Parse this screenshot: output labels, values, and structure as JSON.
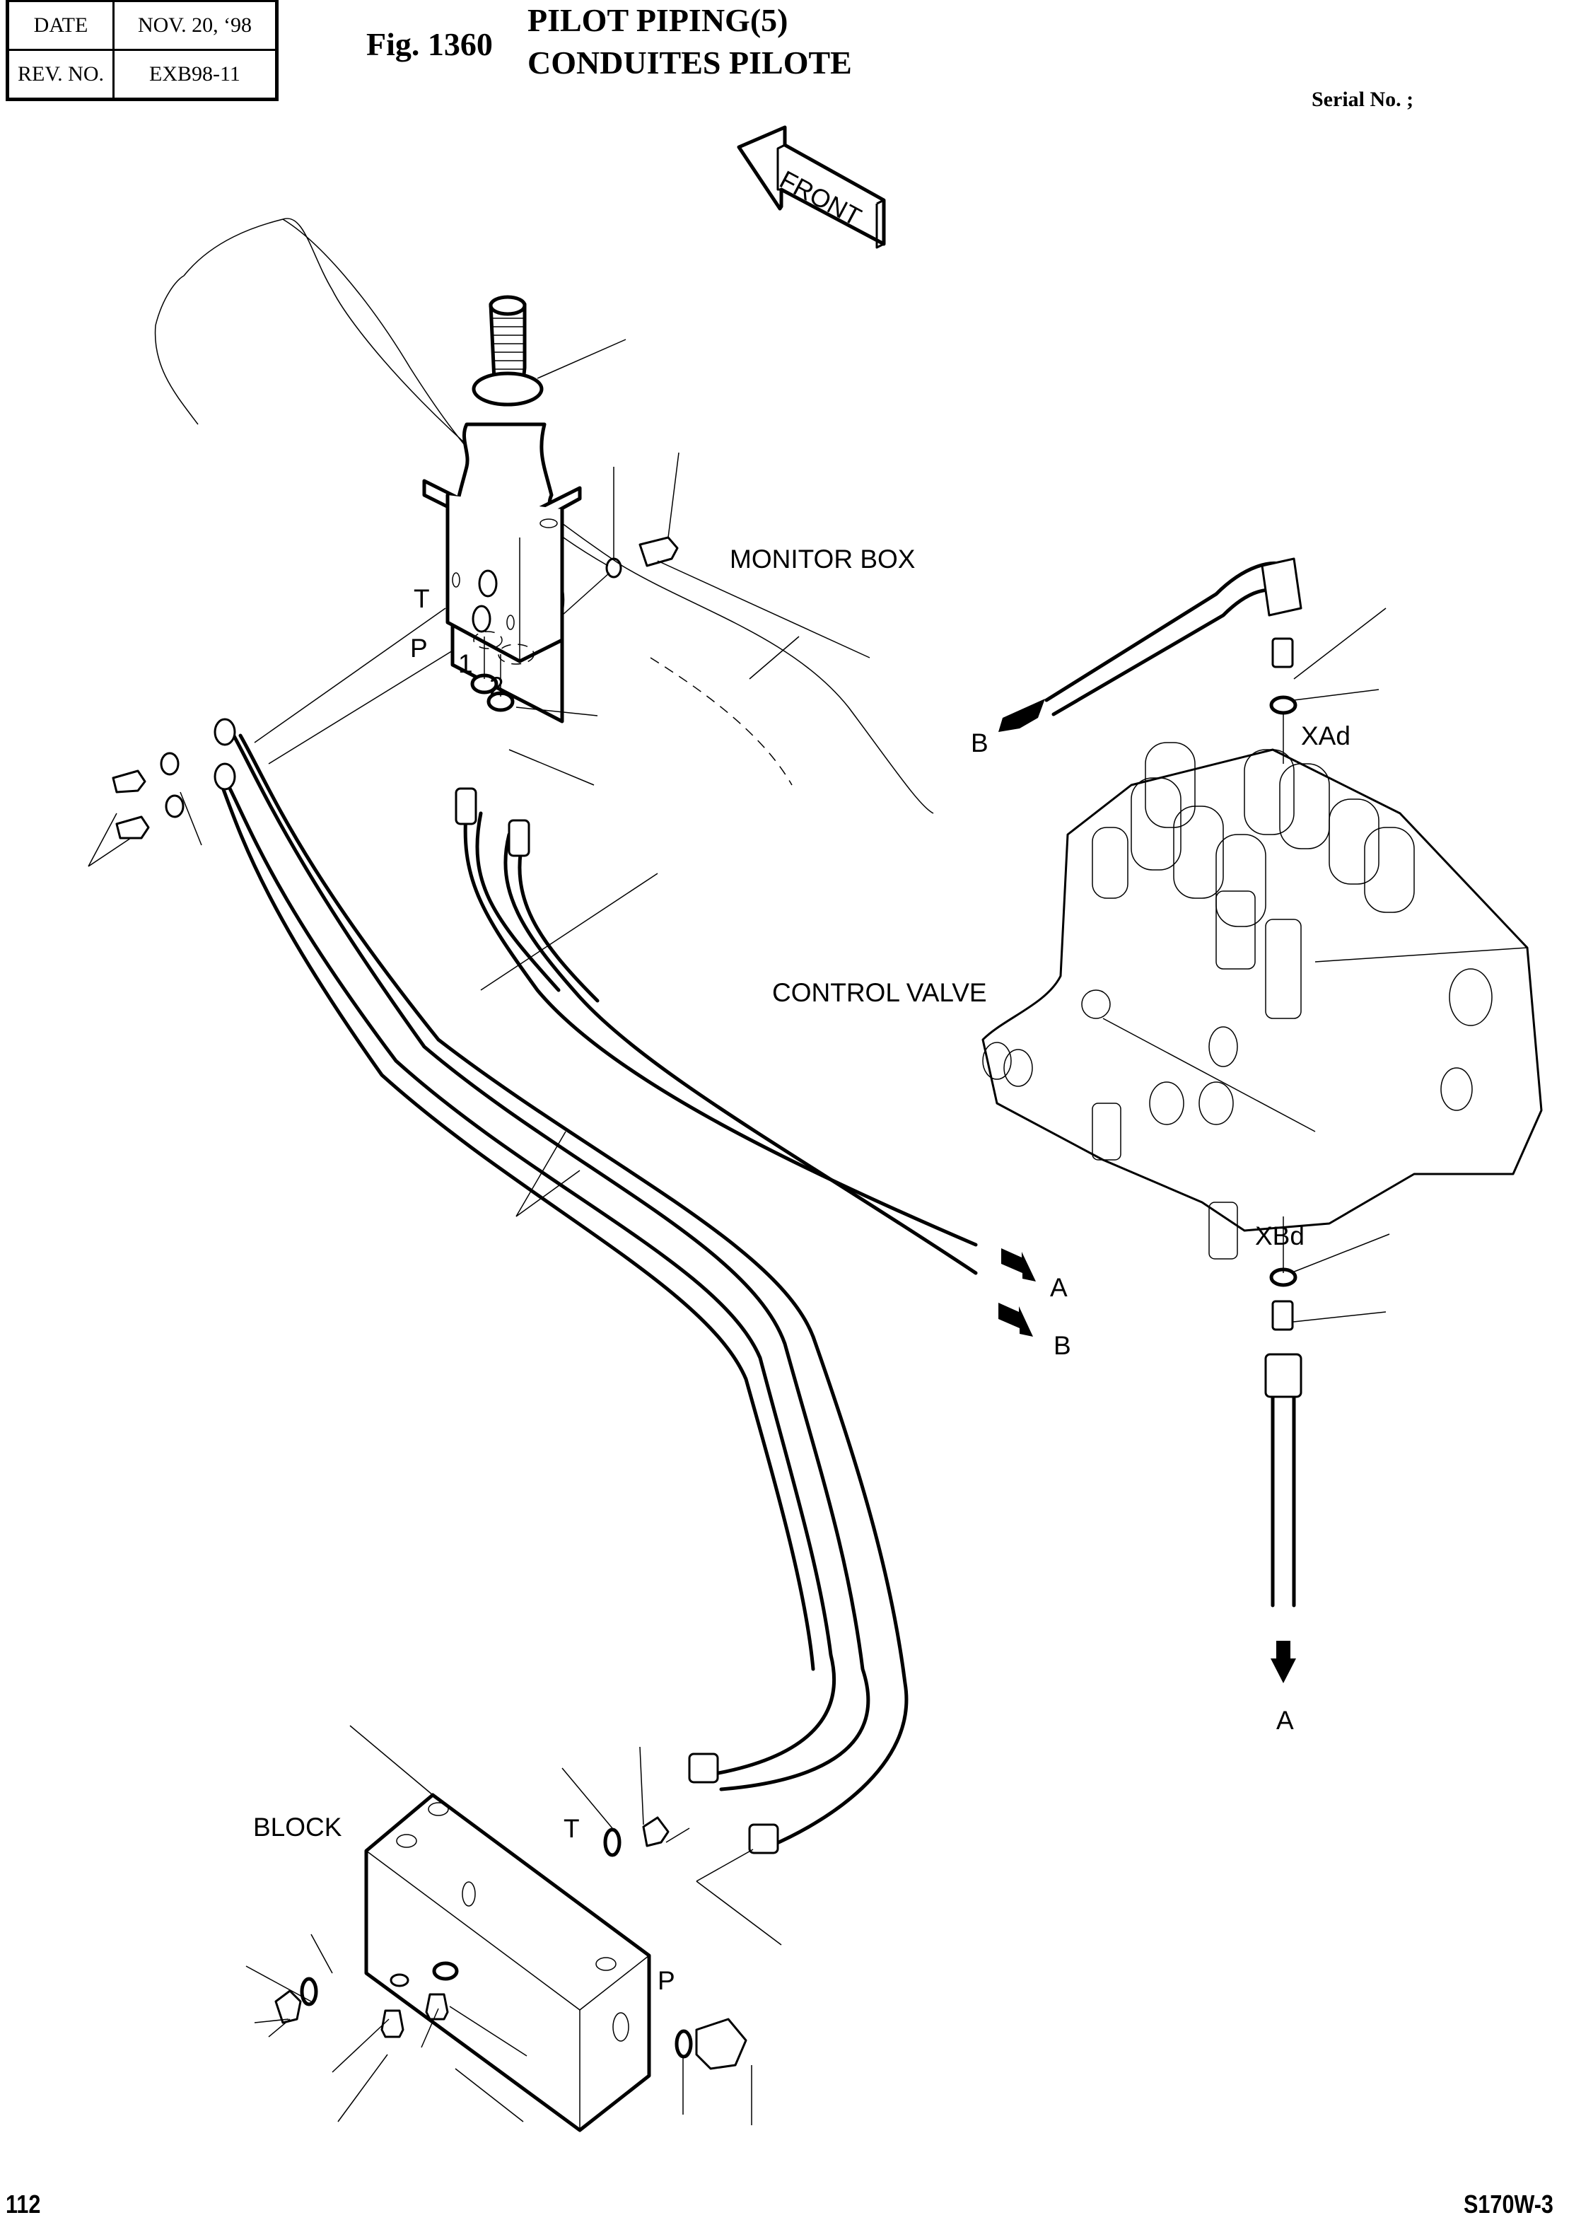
{
  "header": {
    "date_label": "DATE",
    "date_value": "NOV. 20, ‘98",
    "rev_label": "REV. NO.",
    "rev_value": "EXB98-11"
  },
  "title": {
    "fig_number": "Fig. 1360",
    "line1": "PILOT PIPING(5)",
    "line2": "CONDUITES PILOTE"
  },
  "serial": "Serial No. ;",
  "front_arrow": "FRONT",
  "labels": {
    "monitor_box": "MONITOR BOX",
    "control_valve": "CONTROL VALVE",
    "block": "BLOCK",
    "port_t_top": "T",
    "port_p_top": "P",
    "port_1": "1",
    "port_2": "2",
    "xad": "XAd",
    "xbd": "XBd",
    "arrow_b_top": "B",
    "arrow_a_mid": "A",
    "arrow_b_mid": "B",
    "arrow_a_bottom": "A",
    "port_t_block": "T",
    "port_p_block": "P"
  },
  "footer": {
    "page_number": "112",
    "model": "S170W-3"
  }
}
